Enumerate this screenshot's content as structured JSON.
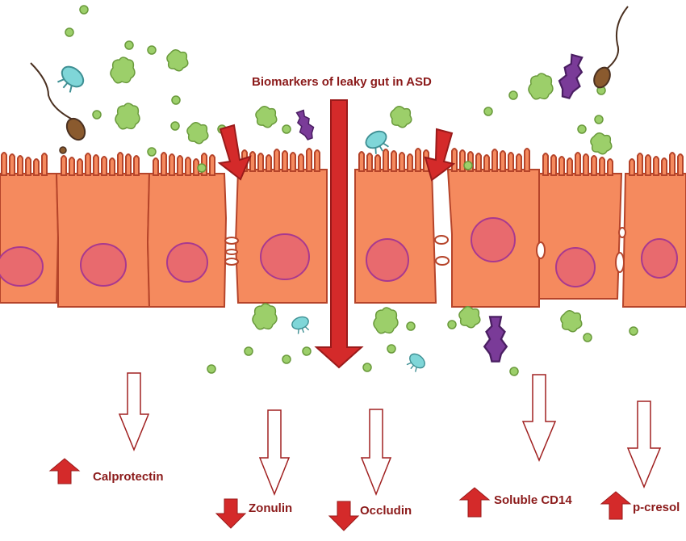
{
  "title": "Biomarkers of leaky gut in ASD",
  "biomarkers": [
    {
      "name": "Calprotectin",
      "change": "up"
    },
    {
      "name": "Zonulin",
      "change": "down"
    },
    {
      "name": "Occludin",
      "change": "down"
    },
    {
      "name": "Soluble CD14",
      "change": "up"
    },
    {
      "name": "p-cresol",
      "change": "up"
    }
  ],
  "colors": {
    "cell_fill": "#f58a5e",
    "cell_stroke": "#b5442a",
    "nucleus_fill": "#e86a6e",
    "nucleus_stroke": "#a8398f",
    "arrow_red": "#d42a2a",
    "label_red": "#8b1a1a",
    "green_particle": "#9ccf6a",
    "purple_molecule": "#7a3b98",
    "cyan_bacterium": "#7fd6d8",
    "brown_bacterium": "#8a5a2e"
  }
}
